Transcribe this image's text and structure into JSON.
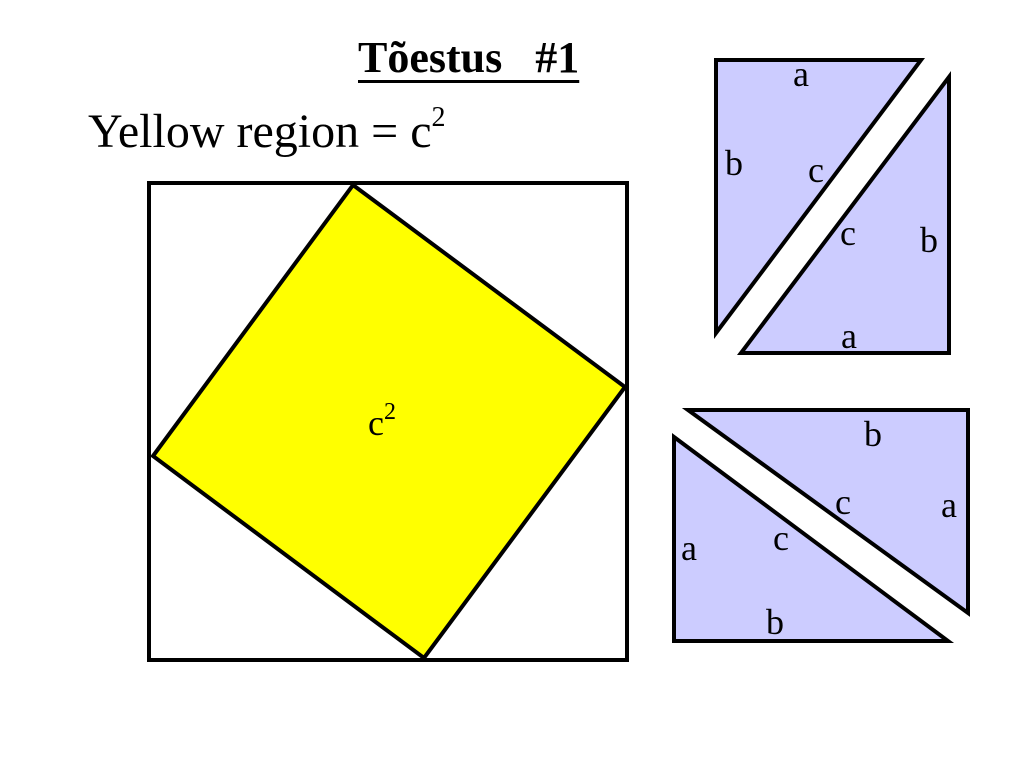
{
  "title": "Tõestus   #1",
  "equation": {
    "text": "Yellow region = c",
    "exponent": "2"
  },
  "square_label": {
    "base": "c",
    "exponent": "2"
  },
  "colors": {
    "yellow": "#ffff00",
    "lavender": "#ccccff",
    "stroke": "#000000"
  },
  "top_pair": {
    "upper_triangle": {
      "top": "a",
      "left": "b",
      "hyp": "c"
    },
    "lower_triangle": {
      "hyp": "c",
      "right": "b",
      "bottom": "a"
    }
  },
  "bottom_pair": {
    "upper_triangle": {
      "top": "b",
      "hyp": "c",
      "right": "a"
    },
    "lower_triangle": {
      "left": "a",
      "hyp": "c",
      "bottom": "b"
    }
  }
}
